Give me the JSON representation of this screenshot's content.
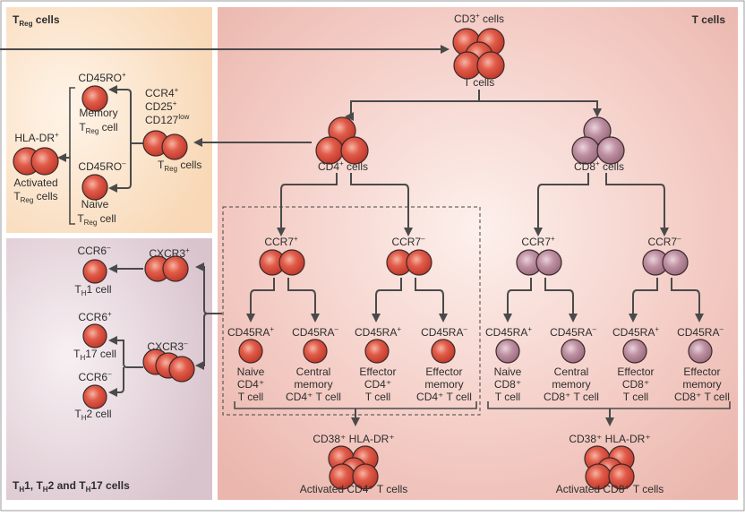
{
  "colors": {
    "treg_bg": "#fbe3c9",
    "th_bg": "#e4d3da",
    "tcells_bg": "#f5cfc8",
    "cd4_cell": "#d84a3d",
    "cd8_cell": "#b98c9c",
    "line": "#4a4a4a"
  },
  "panels": {
    "treg_title": {
      "main": "T",
      "sub": "Reg",
      "rest": " cells"
    },
    "th_title": "T H1, T H2 and T H17 cells",
    "th_title_parts": {
      "a": "T",
      "s1": "H",
      "b": "1, T",
      "s2": "H",
      "c": "2 and T",
      "s3": "H",
      "d": "17 cells"
    },
    "tcells_title": "T cells"
  },
  "top": {
    "label_main": "CD3",
    "label_sup": "+",
    "label_rest": " cells",
    "label_below": "T cells"
  },
  "cd4": {
    "main": "CD4",
    "sup": "+",
    "rest": " cells"
  },
  "cd8": {
    "main": "CD8",
    "sup": "+",
    "rest": " cells"
  },
  "treg": {
    "markers": [
      {
        "main": "CCR4",
        "sup": "+"
      },
      {
        "main": "CD25",
        "sup": "+"
      },
      {
        "main": "CD127",
        "sup": "low"
      }
    ],
    "cell_label": {
      "main": "T",
      "sub": "Reg",
      "rest": " cells"
    },
    "memory_marker": {
      "main": "CD45RO",
      "sup": "+"
    },
    "memory_label": {
      "line1": "Memory",
      "main": "T",
      "sub": "Reg",
      "rest": " cell"
    },
    "naive_marker": {
      "main": "CD45RO",
      "sup": "–"
    },
    "naive_label": {
      "line1": "Naive",
      "main": "T",
      "sub": "Reg",
      "rest": " cell"
    },
    "activated_marker": {
      "main": "HLA-DR",
      "sup": "+"
    },
    "activated_label": {
      "line1": "Activated",
      "main": "T",
      "sub": "Reg",
      "rest": " cells"
    }
  },
  "th": {
    "cxcr3_pos": {
      "main": "CXCR3",
      "sup": "+"
    },
    "cxcr3_neg": {
      "main": "CXCR3",
      "sup": "–"
    },
    "th1_marker": {
      "main": "CCR6",
      "sup": "–"
    },
    "th1_label": {
      "main": "T",
      "sub": "H",
      "rest": "1 cell"
    },
    "th17_marker": {
      "main": "CCR6",
      "sup": "+"
    },
    "th17_label": {
      "main": "T",
      "sub": "H",
      "rest": "17 cell"
    },
    "th2_marker": {
      "main": "CCR6",
      "sup": "–"
    },
    "th2_label": {
      "main": "T",
      "sub": "H",
      "rest": "2 cell"
    }
  },
  "ccr7": {
    "pos": {
      "main": "CCR7",
      "sup": "+"
    },
    "neg": {
      "main": "CCR7",
      "sup": "–"
    }
  },
  "cd45ra": {
    "pos": {
      "main": "CD45RA",
      "sup": "+"
    },
    "neg": {
      "main": "CD45RA",
      "sup": "–"
    }
  },
  "cd4_subsets": [
    {
      "lines": [
        "Naive",
        "CD4⁺",
        "T cell"
      ]
    },
    {
      "lines": [
        "Central",
        "memory",
        "CD4⁺ T cell"
      ]
    },
    {
      "lines": [
        "Effector",
        "CD4⁺",
        "T cell"
      ]
    },
    {
      "lines": [
        "Effector",
        "memory",
        "CD4⁺ T cell"
      ]
    }
  ],
  "cd8_subsets": [
    {
      "lines": [
        "Naive",
        "CD8⁺",
        "T cell"
      ]
    },
    {
      "lines": [
        "Central",
        "memory",
        "CD8⁺ T cell"
      ]
    },
    {
      "lines": [
        "Effector",
        "CD8⁺",
        "T cell"
      ]
    },
    {
      "lines": [
        "Effector",
        "memory",
        "CD8⁺ T cell"
      ]
    }
  ],
  "activated": {
    "marker_cd4": "CD38⁺ HLA-DR⁺",
    "marker_cd8": "CD38⁺ HLA-DR⁺",
    "cd4_label": "Activated CD4⁺ T cells",
    "cd8_label": "Activated CD8⁺ T cells"
  }
}
